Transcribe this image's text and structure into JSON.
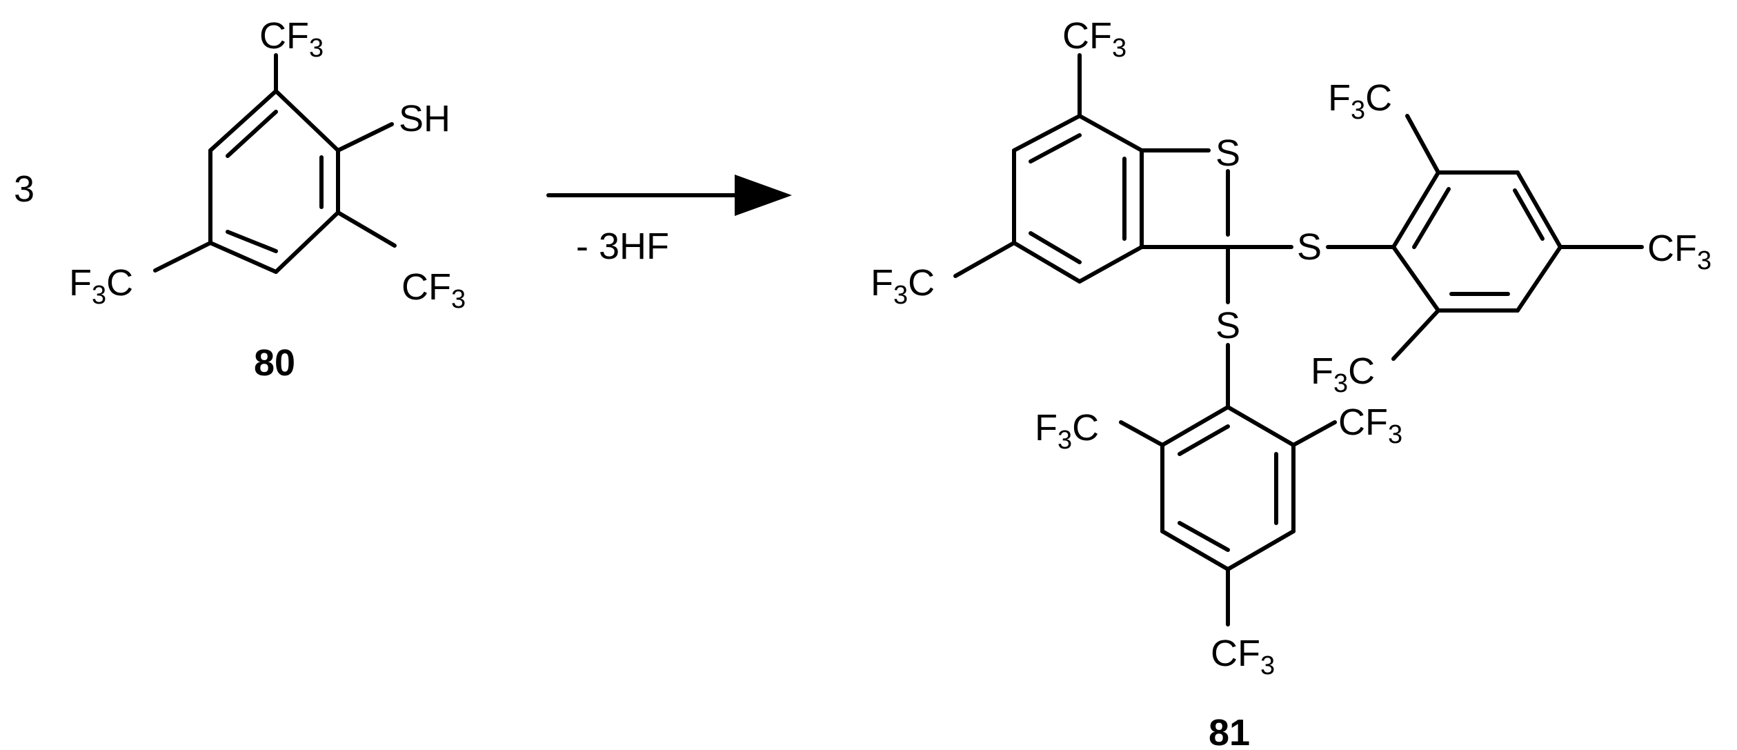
{
  "reactant": {
    "coefficient": "3",
    "compound_number": "80",
    "groups": {
      "top": "CF3",
      "thiol": "SH",
      "left": "F3C",
      "right": "CF3"
    }
  },
  "arrow": {
    "condition": "- 3HF"
  },
  "product": {
    "compound_number": "81",
    "groups": {
      "fused_top": "CF3",
      "fused_left": "F3C",
      "ring_sulfur": "S",
      "thio_right": "S",
      "thio_down": "S",
      "aryl_right_top": "F3C",
      "aryl_right_para": "CF3",
      "aryl_right_bottom": "F3C",
      "aryl_bottom_left": "F3C",
      "aryl_bottom_right": "CF3",
      "aryl_bottom_para": "CF3"
    }
  },
  "colors": {
    "ink": "#000000",
    "background": "#ffffff"
  }
}
